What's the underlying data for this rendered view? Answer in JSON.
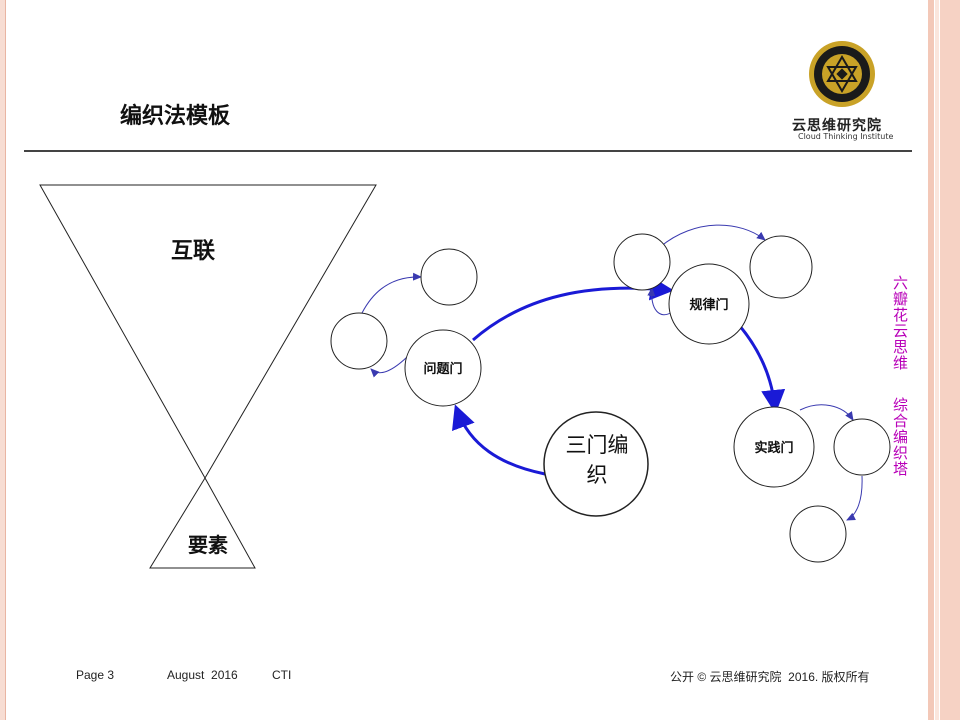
{
  "slide": {
    "title": "编织法模板",
    "logo": {
      "name": "云思维研究院",
      "subtitle": "Cloud Thinking Institute"
    },
    "vertical_text": {
      "part1": "六瓣花云思维",
      "part2": "综合编织塔"
    }
  },
  "diagram": {
    "funnel": {
      "top_label": "互联",
      "bottom_label": "要素"
    },
    "center_node": {
      "line1": "三门编",
      "line2": "织"
    },
    "gates": {
      "question": "问题门",
      "law": "规律门",
      "practice": "实践门"
    }
  },
  "footer": {
    "page": "Page 3",
    "date": "August  2016",
    "org": "CTI",
    "copyright": "公开 © 云思维研究院  2016. 版权所有"
  },
  "colors": {
    "accent_arrow": "#1a1ad6",
    "thin_arrow": "#3a3ab0",
    "vertical_text": "#b800b8",
    "strip": "#f3c8b8"
  }
}
